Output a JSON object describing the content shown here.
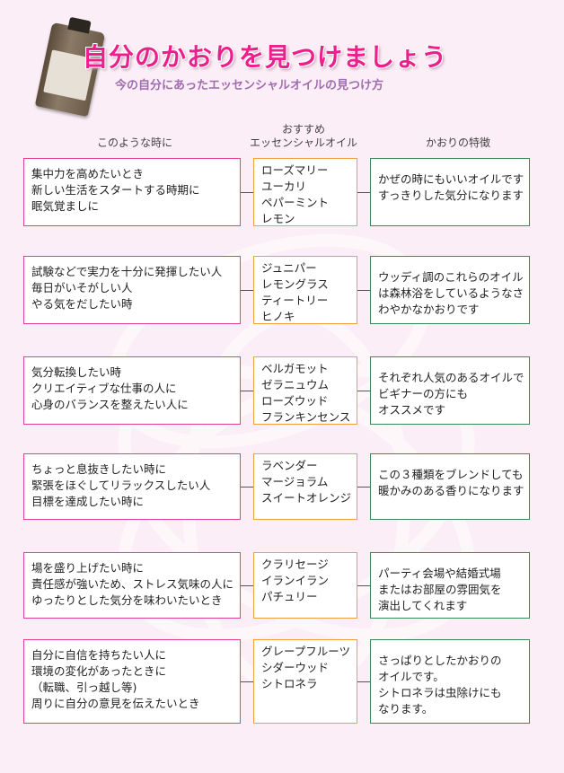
{
  "header": {
    "title": "自分のかおりを見つけましょう",
    "subtitle": "今の自分にあったエッセンシャルオイルの見つけ方"
  },
  "columns": {
    "situation": "このような時に",
    "oil_line1": "おすすめ",
    "oil_line2": "エッセンシャルオイル",
    "feature": "かおりの特徴"
  },
  "rows": [
    {
      "situation": [
        "集中力を高めたいとき",
        "新しい生活をスタートする時期に",
        "眠気覚ましに"
      ],
      "oils": [
        "ローズマリー",
        "ユーカリ",
        "ペパーミント",
        "レモン"
      ],
      "feature": [
        "かぜの時にもいいオイルです",
        "すっきりした気分になります"
      ]
    },
    {
      "situation": [
        "試験などで実力を十分に発揮したい人",
        "毎日がいそがしい人",
        "やる気をだしたい時"
      ],
      "oils": [
        "ジュニパー",
        "レモングラス",
        "ティートリー",
        "ヒノキ"
      ],
      "feature": [
        "ウッディ調のこれらのオイル",
        "は森林浴をしているようなさ",
        "わやかなかおりです"
      ]
    },
    {
      "situation": [
        "気分転換したい時",
        "クリエイティブな仕事の人に",
        "心身のバランスを整えたい人に"
      ],
      "oils": [
        "ベルガモット",
        "ゼラニュウム",
        "ローズウッド",
        "フランキンセンス"
      ],
      "feature": [
        "それぞれ人気のあるオイルで",
        "ビギナーの方にも",
        "オススメです"
      ]
    },
    {
      "situation": [
        "ちょっと息抜きしたい時に",
        "緊張をほぐしてリラックスしたい人",
        "目標を達成したい時に"
      ],
      "oils": [
        "ラベンダー",
        "マージョラム",
        "スイートオレンジ"
      ],
      "feature": [
        "この３種類をブレンドしても",
        "暖かみのある香りになります"
      ]
    },
    {
      "situation": [
        "場を盛り上げたい時に",
        "責任感が強いため、ストレス気味の人に",
        "ゆったりとした気分を味わいたいとき"
      ],
      "oils": [
        "クラリセージ",
        "イランイラン",
        "パチュリー"
      ],
      "feature": [
        "パーティ会場や結婚式場",
        "またはお部屋の雰囲気を",
        "演出してくれます"
      ]
    },
    {
      "situation": [
        "自分に自信を持ちたい人に",
        "環境の変化があったときに",
        "（転職、引っ越し等)",
        "周りに自分の意見を伝えたいとき"
      ],
      "oils": [
        "グレープフルーツ",
        "シダーウッド",
        "シトロネラ"
      ],
      "feature": [
        "さっぱりとしたかおりの",
        "オイルです。",
        "シトロネラは虫除けにも",
        "なります。"
      ]
    }
  ]
}
